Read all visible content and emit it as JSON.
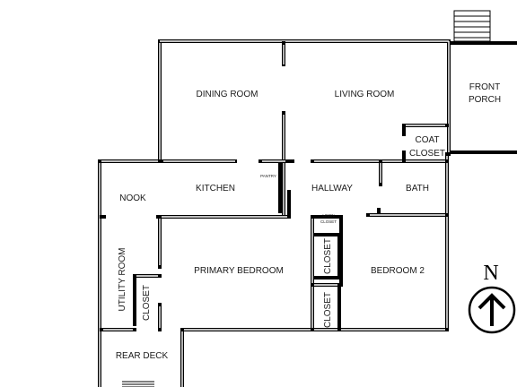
{
  "rooms": {
    "dining_room": "DINING ROOM",
    "living_room": "LIVING ROOM",
    "front_porch_line1": "FRONT",
    "front_porch_line2": "PORCH",
    "coat_closet_line1": "COAT",
    "coat_closet_line2": "CLOSET",
    "nook": "NOOK",
    "kitchen": "KITCHEN",
    "pantry": "PANTRY",
    "hallway": "HALLWAY",
    "bath": "BATH",
    "linen_closet_line1": "LINEN",
    "linen_closet_line2": "CLOSET",
    "utility_room": "UTILITY ROOM",
    "primary_bedroom": "PRIMARY BEDROOM",
    "closet_primary": "CLOSET",
    "closet_hall": "CLOSET",
    "closet_bedroom2": "CLOSET",
    "bedroom_2": "BEDROOM 2",
    "rear_deck": "REAR DECK"
  },
  "compass": {
    "letter": "N"
  }
}
